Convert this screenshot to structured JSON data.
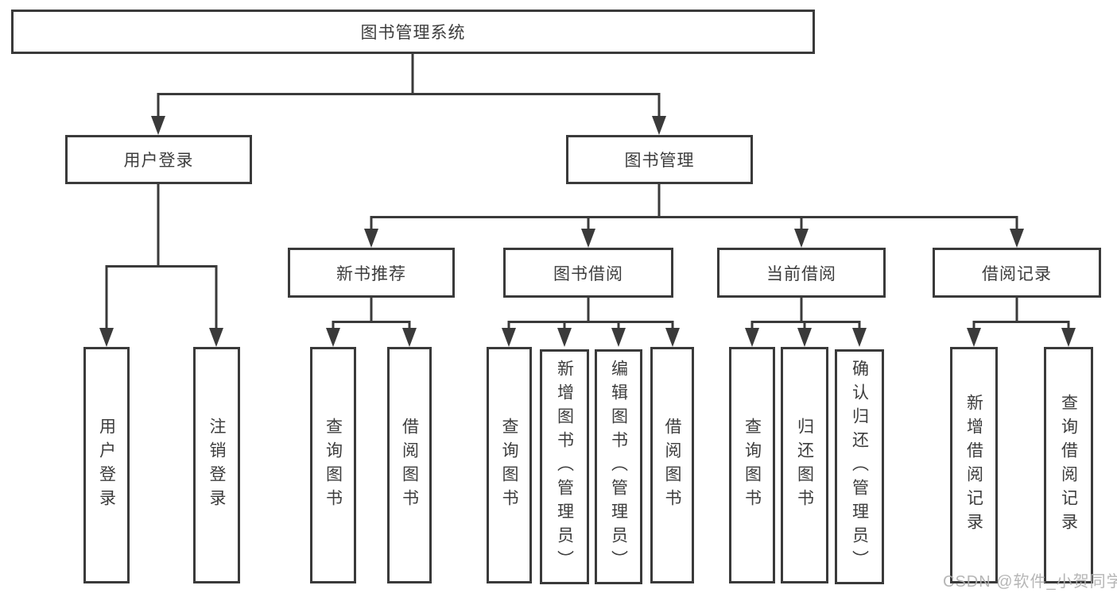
{
  "colors": {
    "line": "#3a3a3a",
    "text": "#3d3d3d",
    "watermark": "#b0b0b0",
    "background": "#ffffff"
  },
  "watermark": {
    "text": "CSDN @软件_小贺同学"
  },
  "tree": {
    "root": {
      "label": "图书管理系统",
      "children": [
        {
          "label": "用户登录",
          "children": [
            {
              "label": "用户登录"
            },
            {
              "label": "注销登录"
            }
          ]
        },
        {
          "label": "图书管理",
          "children": [
            {
              "label": "新书推荐",
              "children": [
                {
                  "label": "查询图书"
                },
                {
                  "label": "借阅图书"
                }
              ]
            },
            {
              "label": "图书借阅",
              "children": [
                {
                  "label": "查询图书"
                },
                {
                  "label": "新增图书（管理员）"
                },
                {
                  "label": "编辑图书（管理员）"
                },
                {
                  "label": "借阅图书"
                }
              ]
            },
            {
              "label": "当前借阅",
              "children": [
                {
                  "label": "查询图书"
                },
                {
                  "label": "归还图书"
                },
                {
                  "label": "确认归还（管理员）"
                }
              ]
            },
            {
              "label": "借阅记录",
              "children": [
                {
                  "label": "新增借阅记录"
                },
                {
                  "label": "查询借阅记录"
                }
              ]
            }
          ]
        }
      ]
    }
  }
}
